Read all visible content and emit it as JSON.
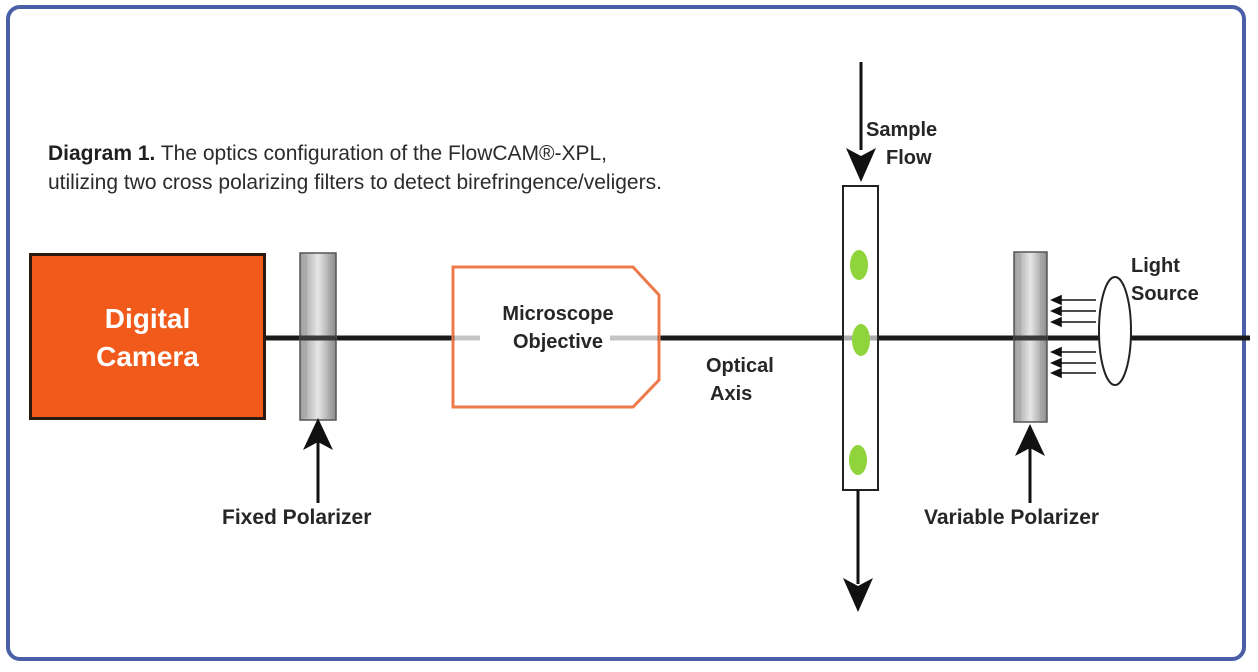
{
  "caption": {
    "bold": "Diagram 1.",
    "line1": " The optics configuration of the FlowCAM®-XPL,",
    "line2": "utilizing two cross polarizing filters to detect birefringence/veligers."
  },
  "camera": {
    "line1": "Digital",
    "line2": "Camera"
  },
  "labels": {
    "fixed_polarizer": "Fixed Polarizer",
    "objective_line1": "Microscope",
    "objective_line2": "Objective",
    "optical_line1": "Optical",
    "optical_line2": "Axis",
    "sample_line1": "Sample",
    "sample_line2": "Flow",
    "light_line1": "Light",
    "light_line2": "Source",
    "variable_polarizer": "Variable Polarizer"
  },
  "colors": {
    "frame": "#4a5fa8",
    "camera_fill": "#f25a1c",
    "objective_outline": "#ee7a4a",
    "particle_fill": "#8fd43a",
    "axis": "#1a1a1a"
  }
}
